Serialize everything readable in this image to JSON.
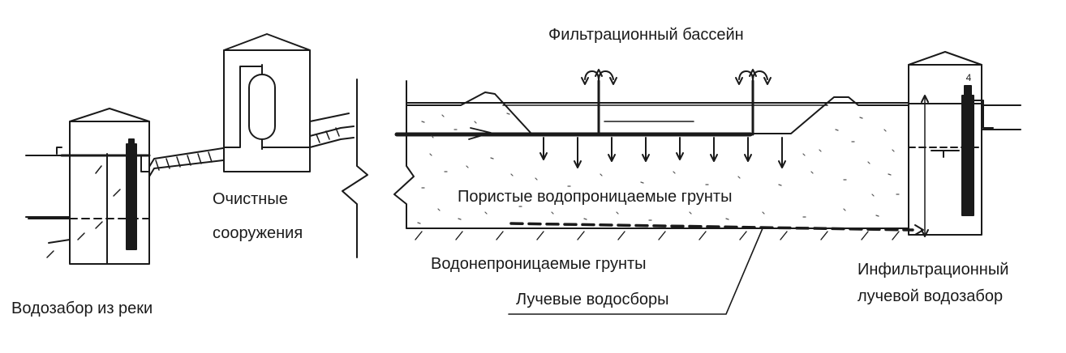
{
  "labels": {
    "river_intake": "Водозабор из реки",
    "treatment_line1": "Очистные",
    "treatment_line2": "сооружения",
    "filtration_pool": "Фильтрационный бассейн",
    "porous_soils": "Пористые водопроницаемые грунты",
    "impermeable_soils": "Водонепроницаемые грунты",
    "radial_collectors": "Лучевые водосборы",
    "infiltration_line1": "Инфильтрационный",
    "infiltration_line2": "лучевой водозабор",
    "marker_number": "4"
  },
  "colors": {
    "ink": "#1a1a1a",
    "background": "#ffffff",
    "soil_speckle": "#555555"
  }
}
